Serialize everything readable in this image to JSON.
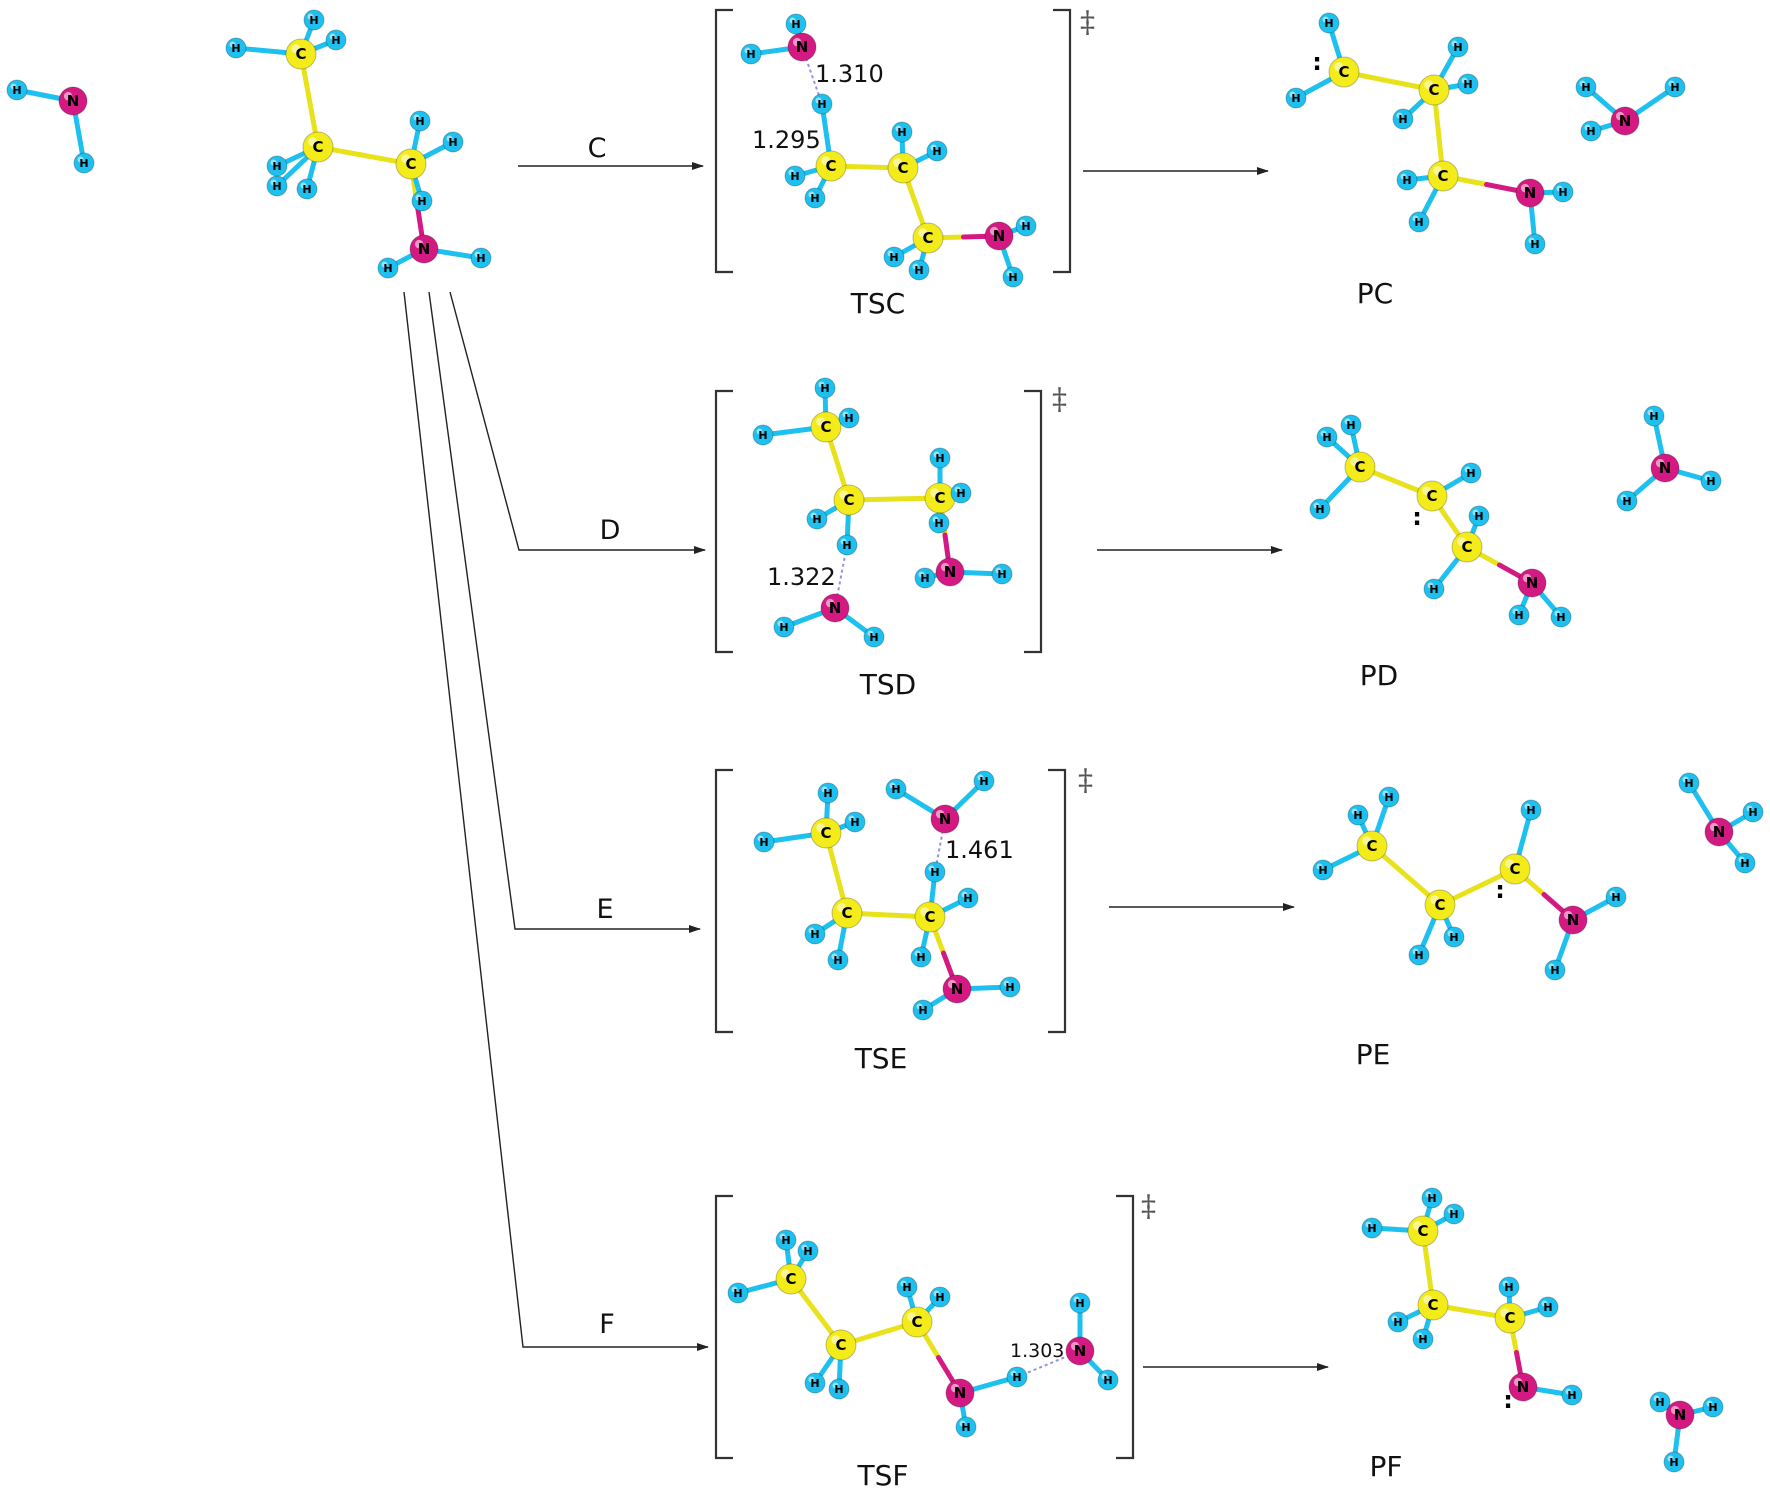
{
  "pathways": [
    {
      "id": "C",
      "label": "C",
      "ts": "TSC",
      "product": "PC",
      "distances": [
        "1.310",
        "1.295"
      ]
    },
    {
      "id": "D",
      "label": "D",
      "ts": "TSD",
      "product": "PD",
      "distances": [
        "1.322"
      ]
    },
    {
      "id": "E",
      "label": "E",
      "ts": "TSE",
      "product": "PE",
      "distances": [
        "1.461"
      ]
    },
    {
      "id": "F",
      "label": "F",
      "ts": "TSF",
      "product": "PF",
      "distances": [
        "1.303"
      ]
    }
  ],
  "ts_mark": "‡",
  "atom_symbols": {
    "carbon": "C",
    "nitrogen": "N",
    "hydrogen": "H"
  },
  "colors": {
    "carbon": "#f4ec1a",
    "nitrogen": "#d41a82",
    "hydrogen": "#1ec0ef",
    "bond_cc": "#e8e21c",
    "arrow": "#222222",
    "hbond": "#9a90d8"
  },
  "lone_pair_mark": ":"
}
